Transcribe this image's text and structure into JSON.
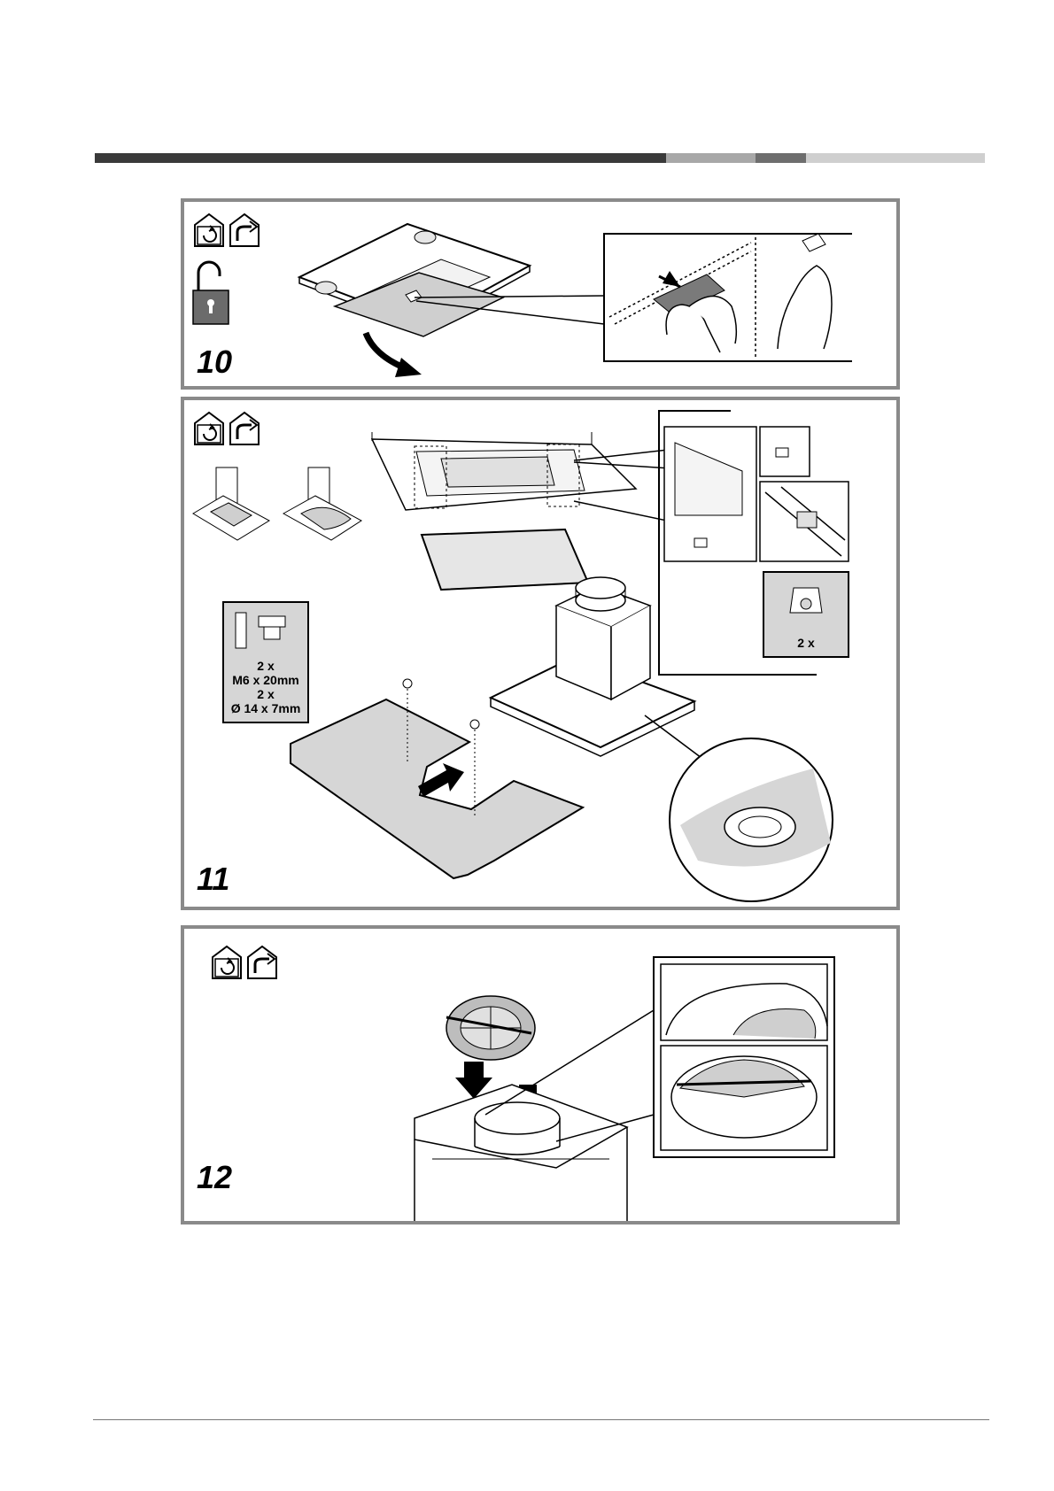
{
  "steps": [
    {
      "number": "10"
    },
    {
      "number": "11",
      "kit": {
        "screw_qty": "2 x",
        "screw_size": "M6 x 20mm",
        "washer_qty": "2 x",
        "washer_size": "Ø 14 x 7mm"
      },
      "clip_qty": "2 x"
    },
    {
      "number": "12"
    }
  ],
  "icons": [
    "recirculation-mode-icon",
    "extraction-mode-icon",
    "unlock-padlock-icon"
  ],
  "colors": {
    "bar_dark": "#3a3a3a",
    "bar_light": "#a8a8a8",
    "bar_mid": "#6e6e6e",
    "bar_pale": "#cfcfcf",
    "panel_border": "#8a8a8a",
    "surface_grey": "#d6d6d6",
    "lock_grey": "#6b6b6b"
  }
}
